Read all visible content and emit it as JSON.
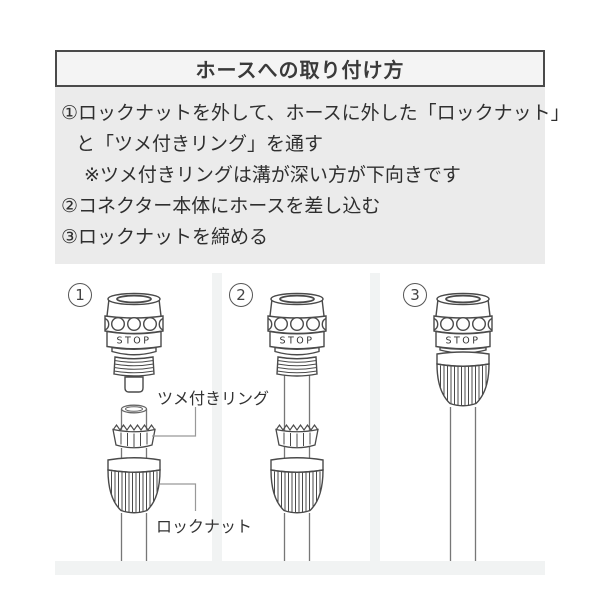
{
  "title": "ホースへの取り付け方",
  "instructions": [
    {
      "text": "①ロックナットを外して、ホースに外した「ロックナット」"
    },
    {
      "text": "と「ツメ付きリング」を通す"
    },
    {
      "text": "※ツメ付きリングは溝が深い方が下向きです"
    },
    {
      "text": "②コネクター本体にホースを差し込む"
    },
    {
      "text": "③ロックナットを締める"
    }
  ],
  "diagram": {
    "stop_label": "STOP",
    "panels": [
      {
        "number": "1"
      },
      {
        "number": "2"
      },
      {
        "number": "3"
      }
    ],
    "labels": {
      "claw_ring": "ツメ付きリング",
      "lock_nut": "ロックナット"
    }
  },
  "colors": {
    "title_bar_bg": "#f4f4f4",
    "title_border": "#4a4a4a",
    "instructions_bg": "#ebebeb",
    "diagram_section_bg": "#f1f3f3",
    "panel_bg": "#ffffff",
    "line_color": "#4a4a4a",
    "hose_color": "#777777",
    "leader_color": "#999999"
  }
}
